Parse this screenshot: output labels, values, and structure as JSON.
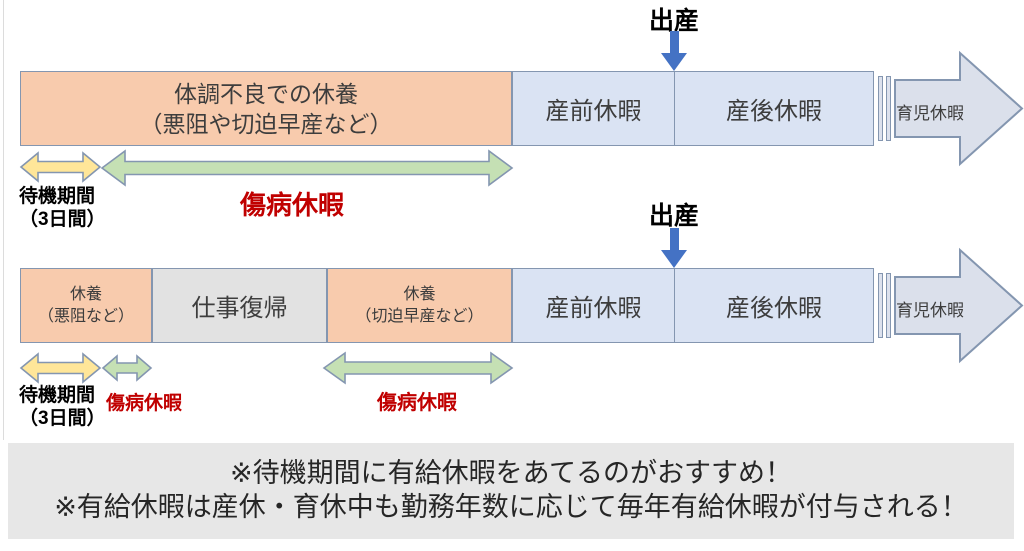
{
  "colors": {
    "orange_fill": "#f8cbad",
    "blue_fill": "#dae3f3",
    "gray_fill": "#e2e2e2",
    "green_fill": "#c5e0b4",
    "yellow_fill": "#ffe699",
    "childcare_fill": "#dbe0eb",
    "shape_border": "#8496b0",
    "birth_arrow_blue": "#4472c4",
    "red_text": "#c00000",
    "note_bg": "#e7e7e7"
  },
  "diagram1": {
    "birth_label": "出産",
    "rest_box": {
      "line1": "体調不良での休養",
      "line2": "（悪阻や切迫早産など）"
    },
    "prenatal_label": "産前休暇",
    "postnatal_label": "産後休暇",
    "childcare_label": "育児休暇",
    "waiting_line1": "待機期間",
    "waiting_line2": "（3日間）",
    "sick_leave_label": "傷病休暇"
  },
  "diagram2": {
    "birth_label": "出産",
    "rest_box1": {
      "line1": "休養",
      "line2": "（悪阻など）"
    },
    "work_return_label": "仕事復帰",
    "rest_box2": {
      "line1": "休養",
      "line2": "（切迫早産など）"
    },
    "prenatal_label": "産前休暇",
    "postnatal_label": "産後休暇",
    "childcare_label": "育児休暇",
    "waiting_line1": "待機期間",
    "waiting_line2": "（3日間）",
    "sick_leave_label_left": "傷病休暇",
    "sick_leave_label_mid": "傷病休暇"
  },
  "note": {
    "line1": "※待機期間に有給休暇をあてるのがおすすめ！",
    "line2": "※有給休暇は産休・育休中も勤務年数に応じて毎年有給休暇が付与される！"
  }
}
